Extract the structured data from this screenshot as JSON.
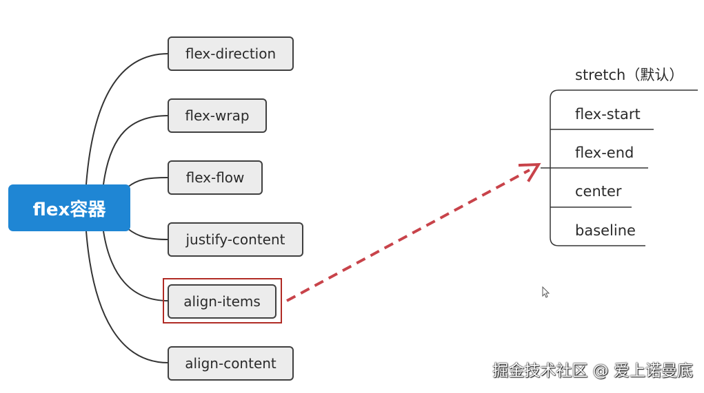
{
  "diagram": {
    "root_label": "flex容器",
    "branches": [
      {
        "label": "flex-direction"
      },
      {
        "label": "flex-wrap"
      },
      {
        "label": "flex-flow"
      },
      {
        "label": "justify-content"
      },
      {
        "label": "align-items",
        "highlighted": true
      },
      {
        "label": "align-content"
      }
    ],
    "align_items_values": [
      {
        "label": "stretch（默认）"
      },
      {
        "label": "flex-start"
      },
      {
        "label": "flex-end"
      },
      {
        "label": "center"
      },
      {
        "label": "baseline"
      }
    ]
  },
  "colors": {
    "root_fill": "#1f86d4",
    "node_fill": "#ececec",
    "highlight_border": "#b02a24",
    "arrow": "#c8434a"
  },
  "watermark": "掘金技术社区 @ 爱上诺曼底"
}
